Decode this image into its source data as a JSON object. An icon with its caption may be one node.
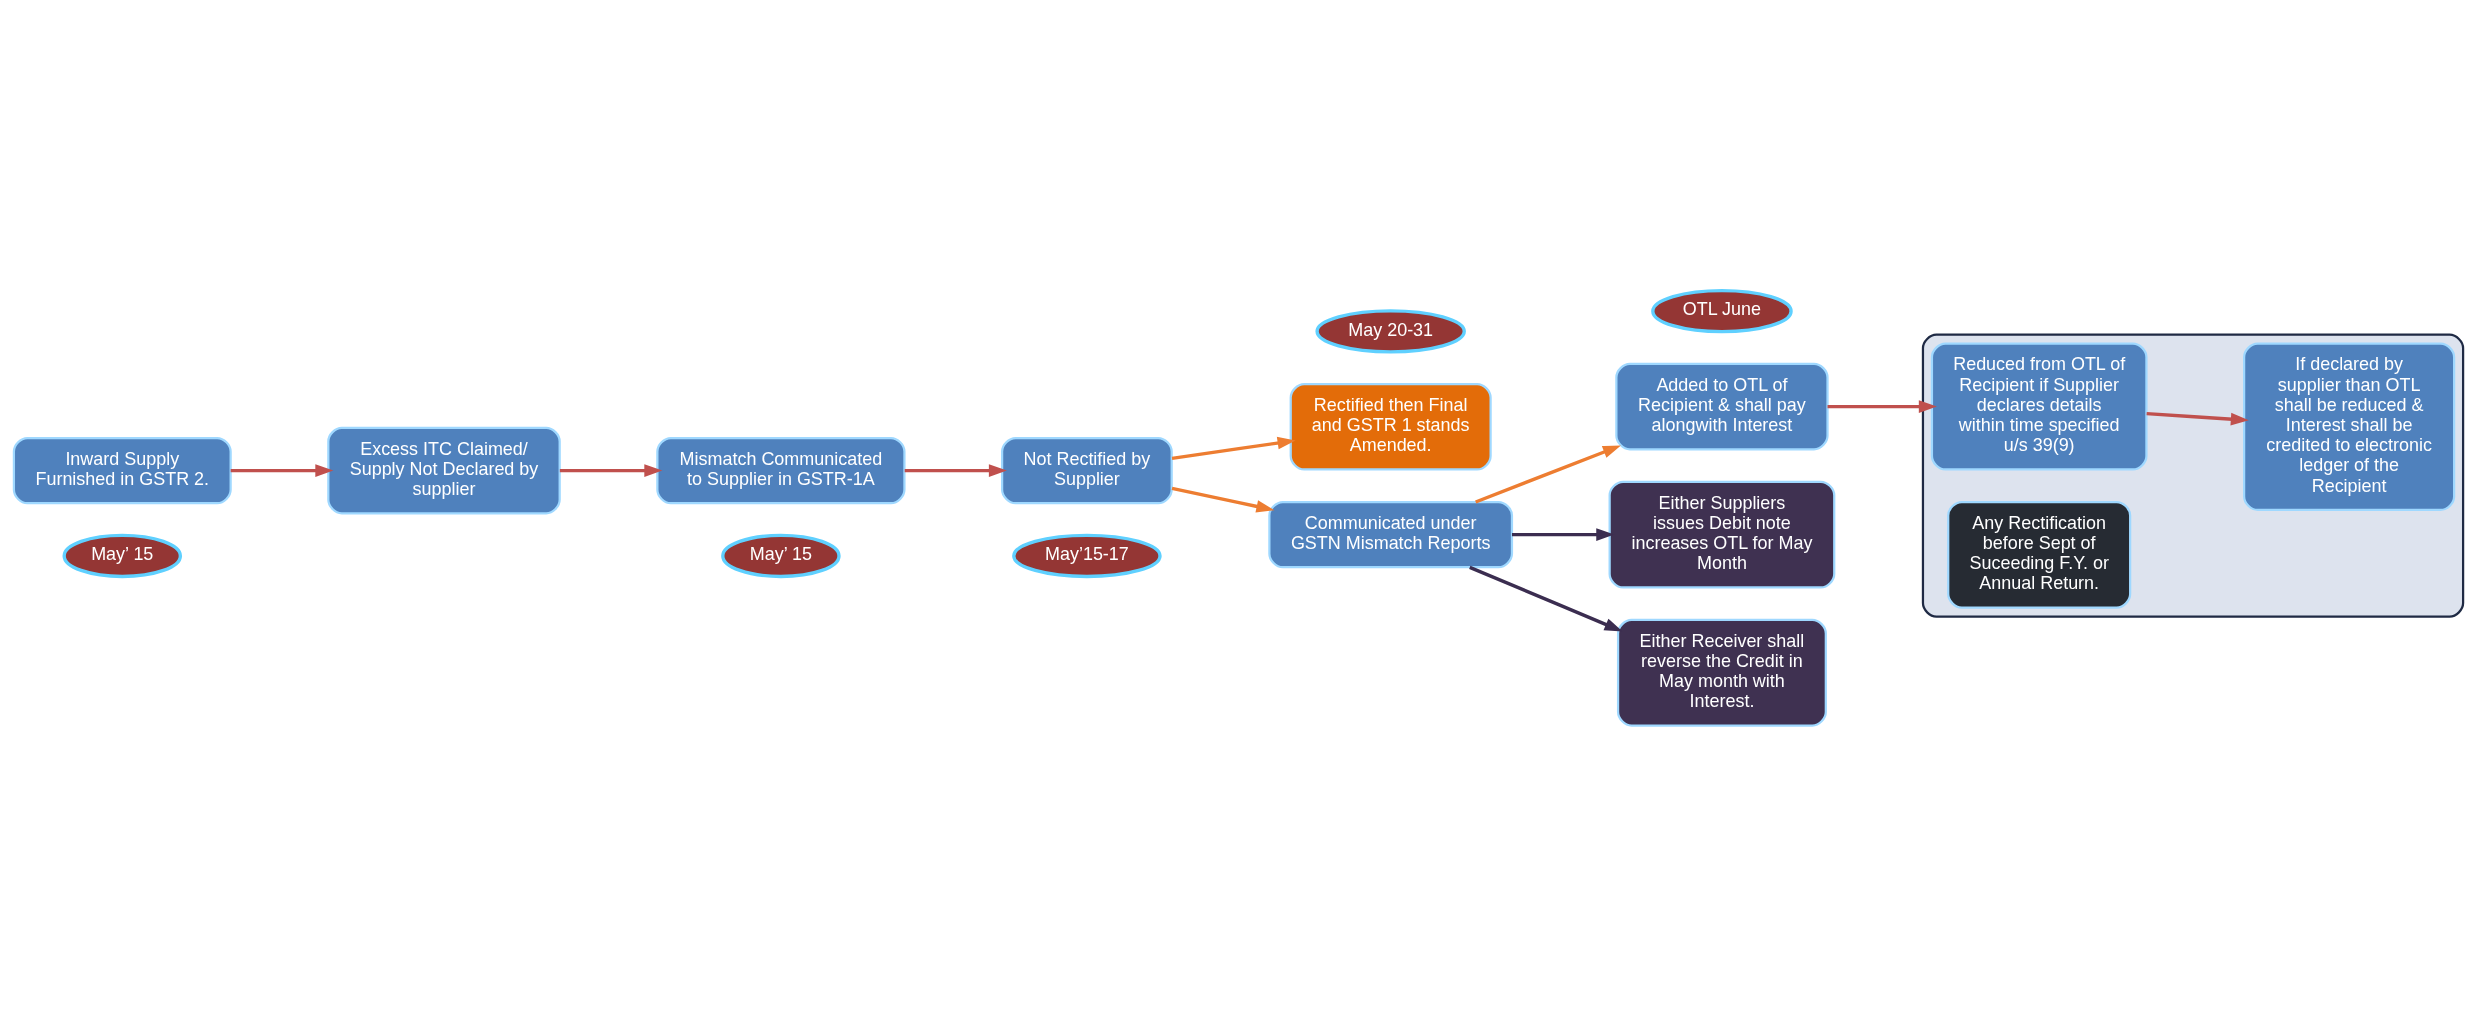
{
  "diagram": {
    "nodes": [
      {
        "text": [
          "May’ 15"
        ]
      },
      {
        "text": [
          "May’ 15"
        ]
      },
      {
        "text": [
          "May’15-17"
        ]
      },
      {
        "text": [
          "Inward Supply Furnished in GSTR 2."
        ]
      },
      {
        "text": [
          "Excess ITC Claimed/ Supply Not Declared by supplier"
        ]
      },
      {
        "text": [
          "Mismatch Communicated to Supplier in GSTR-1A"
        ]
      },
      {
        "text": [
          "Not Rectified by Supplier"
        ]
      },
      {
        "text": [
          "Rectified then Final and GSTR 1 stands Amended."
        ]
      },
      {
        "text": [],
        "shape": "box"
      },
      {
        "text": [
          "Reduced from OTL of Recipient if Supplier declares details within time specified u/s 39(9)"
        ],
        "in": 8
      },
      {
        "text": [
          "Any Rectification before Sept of Suceeding F.Y. or Annual Return."
        ],
        "in": 8
      },
      {
        "text": [
          "If declared by supplier than OTL shall be reduced & Interest shall be credited to electronic ledger of the Recipient"
        ],
        "in": 8
      },
      {
        "text": [
          "Added to OTL of Recipient & shall pay alongwith Interest"
        ]
      },
      {
        "text": [
          "Communicated under GSTN Mismatch Reports"
        ]
      },
      {
        "text": [
          "Either Suppliers issues Debit note increases OTL for May Month"
        ]
      },
      {
        "text": [
          "Either Receiver shall reverse the Credit in May month with Interest."
        ]
      },
      {
        "text": [
          "OTL June"
        ]
      },
      {
        "text": [
          "May 20-31"
        ]
      }
    ],
    "edges": [
      {
        "from": 3,
        "to": 4,
        "arrow": "to",
        "color": "#c0504d"
      },
      {
        "from": 4,
        "to": 5,
        "arrow": "to",
        "color": "#c0504d"
      },
      {
        "from": 5,
        "to": 6,
        "arrow": "to",
        "color": "#c0504d"
      },
      {
        "from": 6,
        "to": 7,
        "arrow": "to",
        "color": "#ed7d31"
      },
      {
        "from": 6,
        "to": 13,
        "arrow": "to",
        "color": "#ed7d31"
      },
      {
        "from": 13,
        "to": 12,
        "arrow": "to",
        "color": "#ed7d31"
      },
      {
        "from": 12,
        "to": 9,
        "arrow": "to",
        "color": "#c0504d"
      },
      {
        "from": 9,
        "to": 11,
        "arrow": "to",
        "color": "#c0504d"
      },
      {
        "from": 13,
        "to": 14,
        "arrow": "to",
        "color": "#3b2d50"
      },
      {
        "from": 13,
        "to": 15,
        "arrow": "to",
        "color": "#3b2d50"
      }
    ]
  }
}
